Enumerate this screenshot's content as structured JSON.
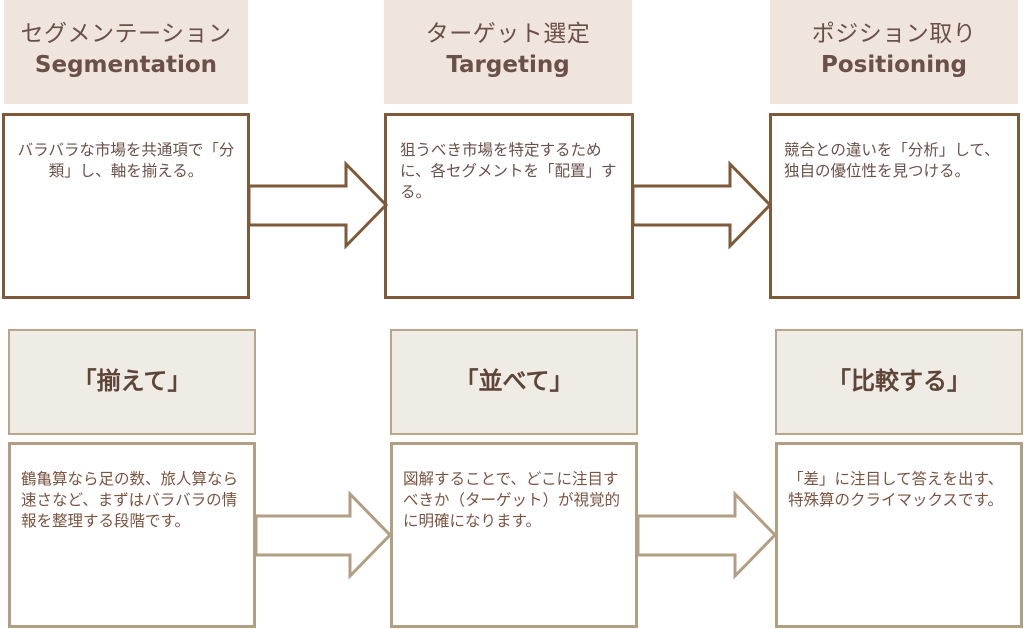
{
  "diagram": {
    "colors": {
      "header_bg": "#efe5dc",
      "header_text": "#6a5048",
      "top_border": "#7f5a3a",
      "bottom_header_bg": "#efebe5",
      "bottom_border": "#b29e83",
      "bottom_text": "#7a5440"
    },
    "top_row": [
      {
        "title_jp": "セグメンテーション",
        "title_en": "Segmentation",
        "description": "バラバラな市場を共通項で「分類」し、軸を揃える。"
      },
      {
        "title_jp": "ターゲット選定",
        "title_en": "Targeting",
        "description": "狙うべき市場を特定するために、各セグメントを「配置」する。"
      },
      {
        "title_jp": "ポジション取り",
        "title_en": "Positioning",
        "description": "競合との違いを「分析」して、独自の優位性を見つける。"
      }
    ],
    "bottom_row": [
      {
        "title": "「揃えて」",
        "description": "鶴亀算なら足の数、旅人算なら速さなど、まずはバラバラの情報を整理する段階です。"
      },
      {
        "title": "「並べて」",
        "description": "図解することで、どこに注目すべきか（ターゲット）が視覚的に明確になります。"
      },
      {
        "title": "「比較する」",
        "description": "「差」に注目して答えを出す、特殊算のクライマックスです。"
      }
    ],
    "arrows": [
      "right-arrow",
      "right-arrow",
      "right-arrow",
      "right-arrow"
    ]
  }
}
